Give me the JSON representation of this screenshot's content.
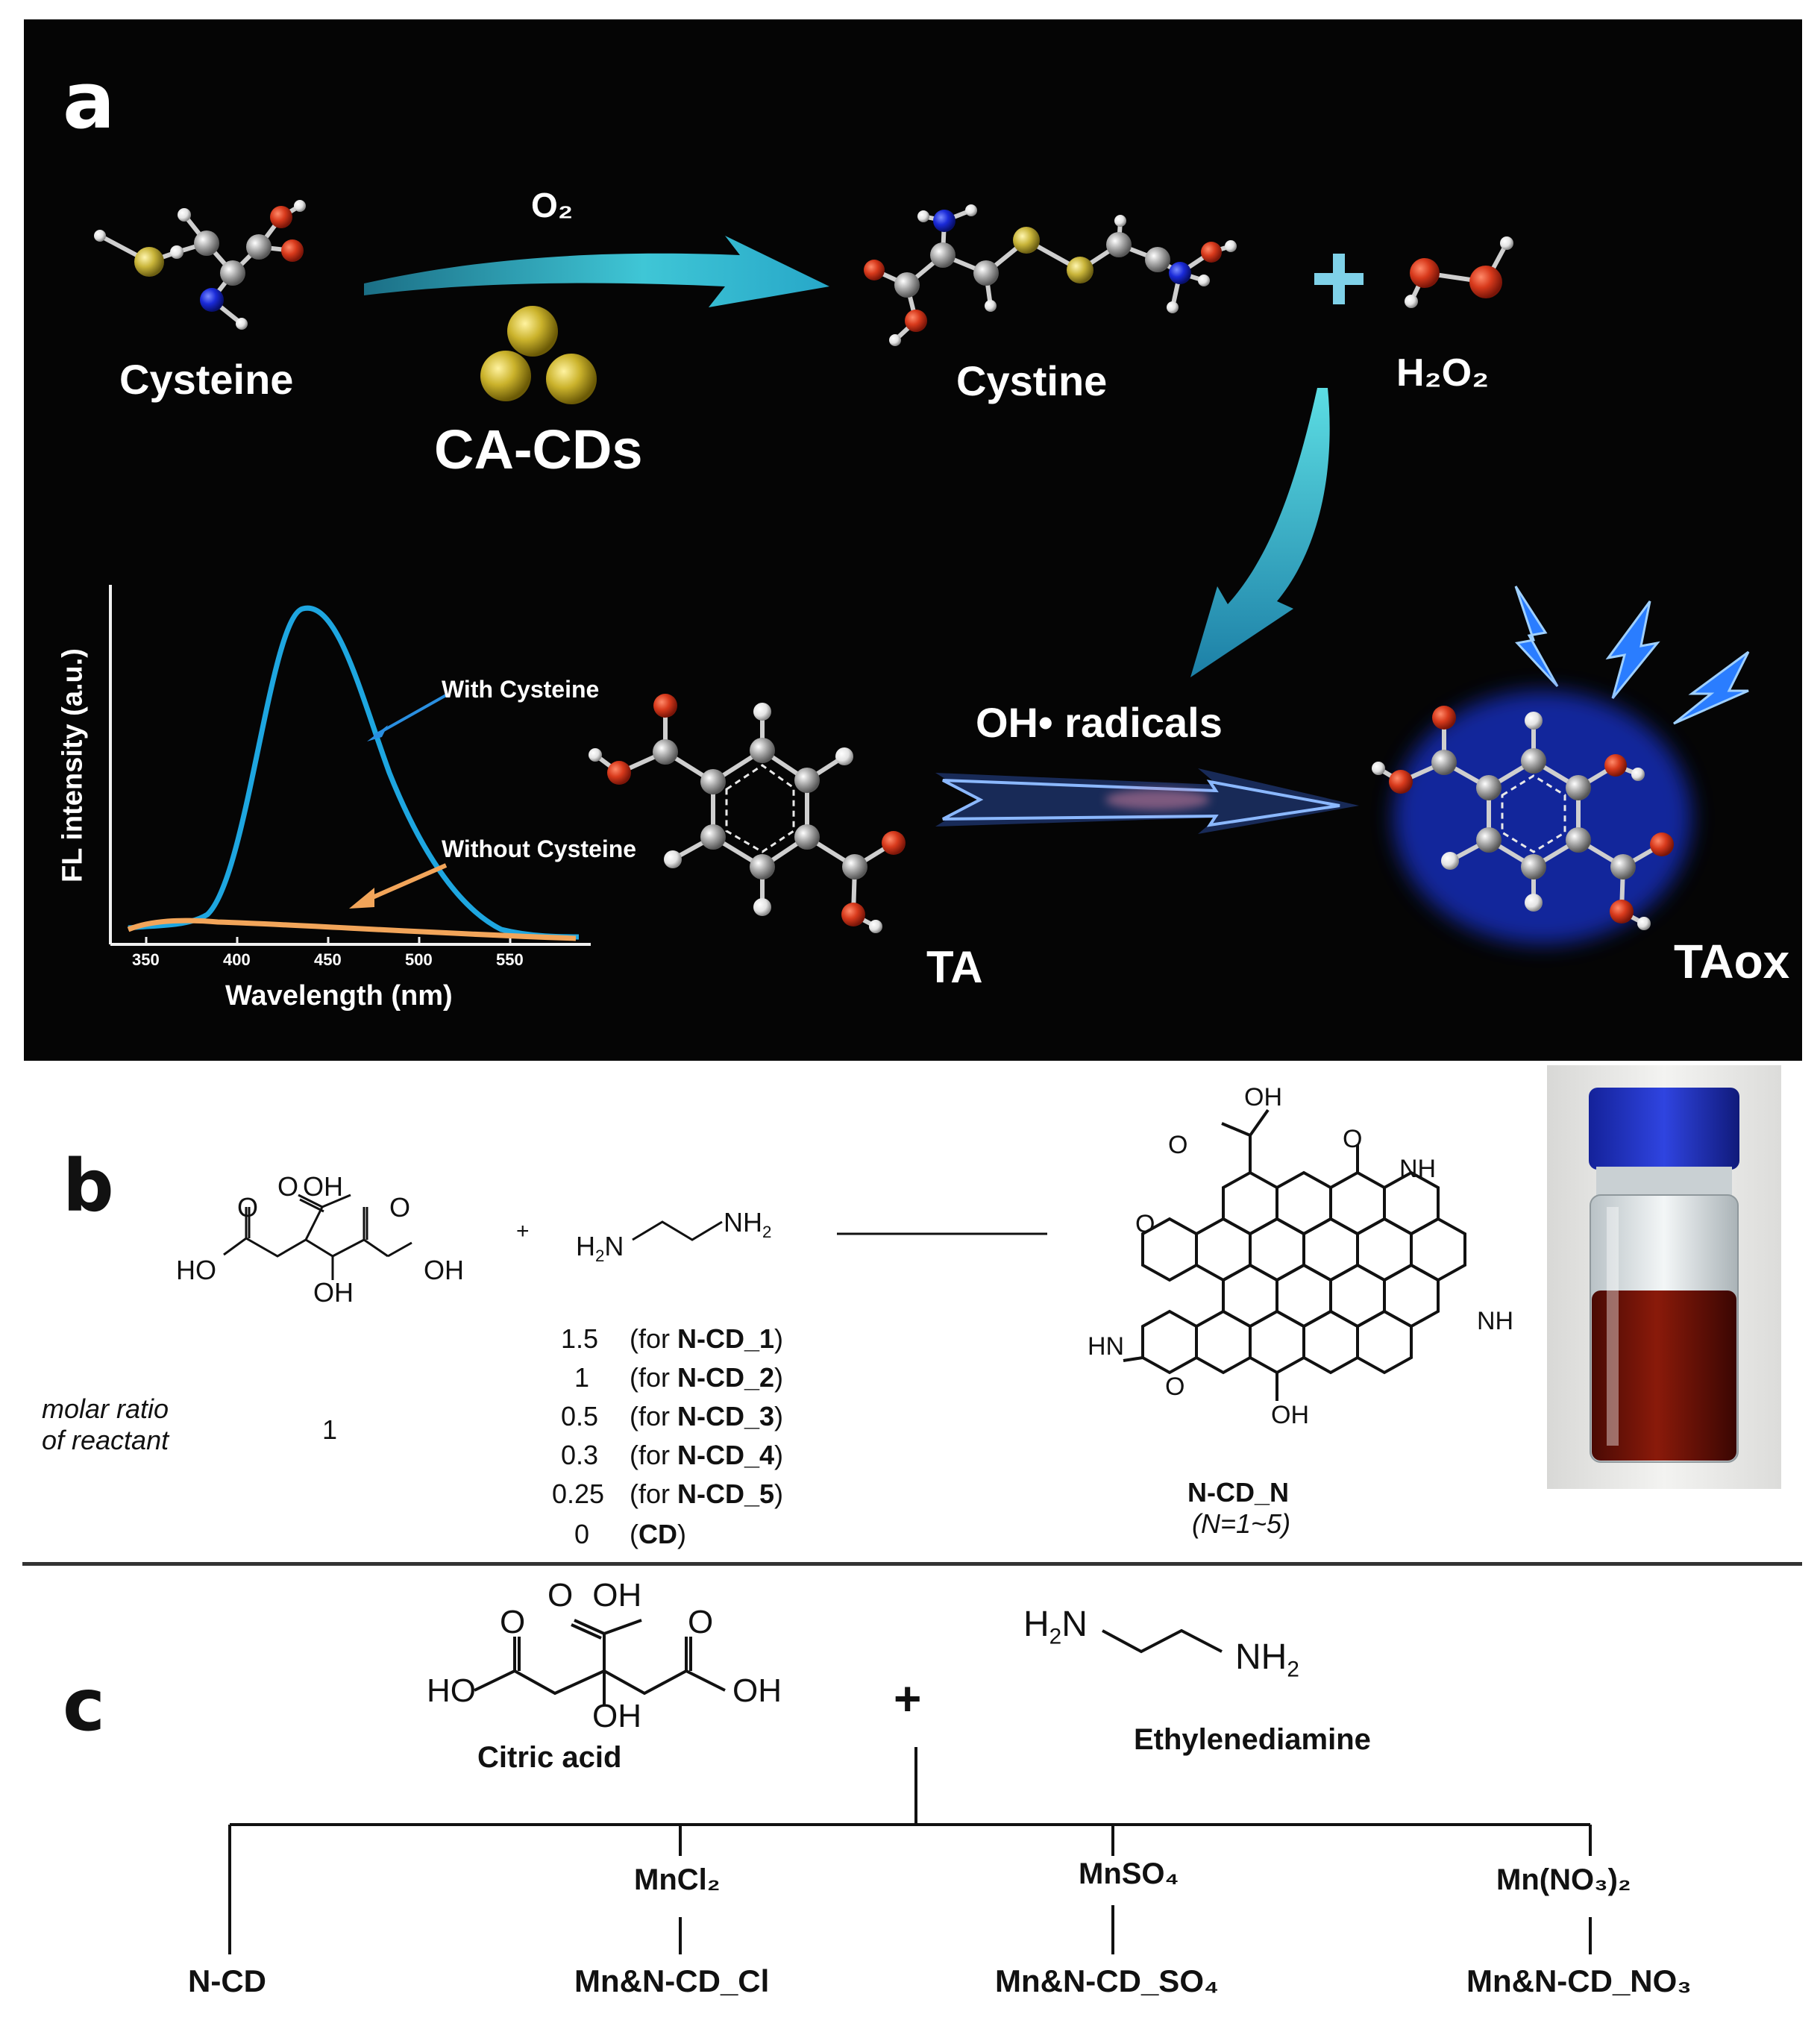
{
  "panel_a": {
    "letter": "a",
    "reactant": "Cysteine",
    "oxidant": "O₂",
    "catalyst": "CA-CDs",
    "product": "Cystine",
    "plus": "+",
    "byproduct": "H₂O₂",
    "radical": "OH• radicals",
    "probe": "TA",
    "probe_oxidized": "TAox",
    "spectrum": {
      "ylabel": "FL intensity (a.u.)",
      "xlabel": "Wavelength (nm)",
      "xticks": [
        "350",
        "400",
        "450",
        "500",
        "550"
      ],
      "annotations": [
        "With Cysteine",
        "Without Cysteine"
      ],
      "colors": {
        "with": "#1ea6e0",
        "without": "#f2a55a"
      }
    }
  },
  "panel_b": {
    "letter": "b",
    "plus": "+",
    "molar_ratio_label_1": "molar ratio",
    "molar_ratio_label_2": "of reactant",
    "citric_ratio": "1",
    "ratios": [
      {
        "value": "1.5",
        "label": "N-CD_1"
      },
      {
        "value": "1",
        "label": "N-CD_2"
      },
      {
        "value": "0.5",
        "label": "N-CD_3"
      },
      {
        "value": "0.3",
        "label": "N-CD_4"
      },
      {
        "value": "0.25",
        "label": "N-CD_5"
      },
      {
        "value": "0",
        "label": "CD"
      }
    ],
    "for_prefix": "(for ",
    "product_name": "N-CD_N",
    "product_range": "(N=1~5)"
  },
  "panel_c": {
    "letter": "c",
    "plus": "+",
    "reactant_1": "Citric acid",
    "reactant_2": "Ethylenediamine",
    "branches": [
      {
        "reagent": "",
        "product": "N-CD"
      },
      {
        "reagent": "MnCl₂",
        "product": "Mn&N-CD_Cl"
      },
      {
        "reagent": "MnSO₄",
        "product": "Mn&N-CD_SO₄"
      },
      {
        "reagent": "Mn(NO₃)₂",
        "product": "Mn&N-CD_NO₃"
      }
    ]
  }
}
